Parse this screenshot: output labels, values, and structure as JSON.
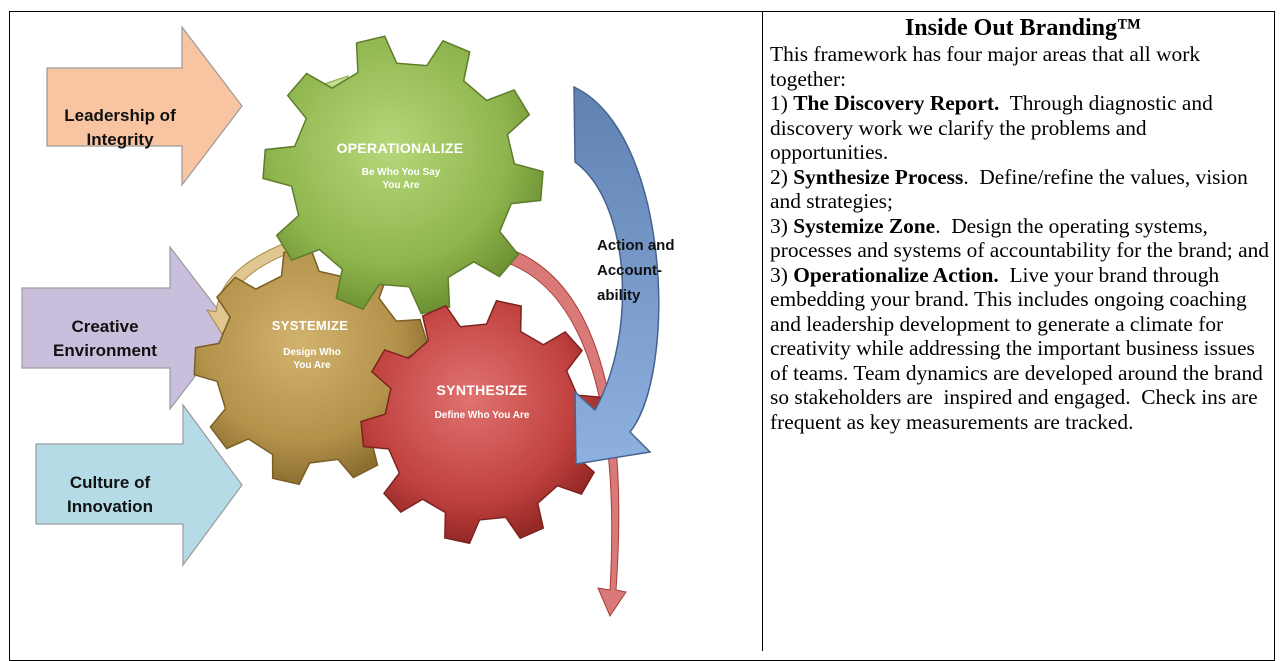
{
  "diagram": {
    "input_arrows": [
      {
        "label": "Leadership of Integrity",
        "fill": "#F9C4A2"
      },
      {
        "label": "Creative Environment",
        "fill": "#C9BEDB"
      },
      {
        "label": "Culture of Innovation",
        "fill": "#B5DCE6"
      }
    ],
    "gears": {
      "operationalize": {
        "title": "OPERATIONALIZE",
        "subtitle": "Be Who You Say You Are",
        "color": "#8FB54E"
      },
      "systemize": {
        "title": "SYSTEMIZE",
        "subtitle": "Design Who You Are",
        "color": "#B3924A"
      },
      "synthesize": {
        "title": "SYNTHESIZE",
        "subtitle": "Define Who You Are",
        "color": "#C0413E"
      }
    },
    "cycle_label": "Action and Account-ability",
    "cycle_arrow_color": "#6F93C4"
  },
  "panel": {
    "title": "Inside Out Branding™",
    "intro": "This framework has four major areas that all work together:",
    "items": [
      {
        "num": "1)",
        "bold": "The Discovery Report.",
        "text": "  Through diagnostic and discovery work we clarify the problems and opportunities."
      },
      {
        "num": "2)",
        "bold": "Synthesize Process",
        "text": ".  Define/refine the values, vision and strategies;"
      },
      {
        "num": "3)",
        "bold": "Systemize Zone",
        "text": ".  Design the operating systems, processes and systems of accountability for the brand; and"
      },
      {
        "num": "3)",
        "bold": "Operationalize Action.",
        "text": "  Live your brand through embedding your brand. This includes ongoing coaching and leadership development to generate a climate for creativity while addressing the important business issues of teams. Team dynamics are developed around the brand so stakeholders are  inspired and engaged.  Check ins are frequent as key measurements are tracked."
      }
    ]
  }
}
